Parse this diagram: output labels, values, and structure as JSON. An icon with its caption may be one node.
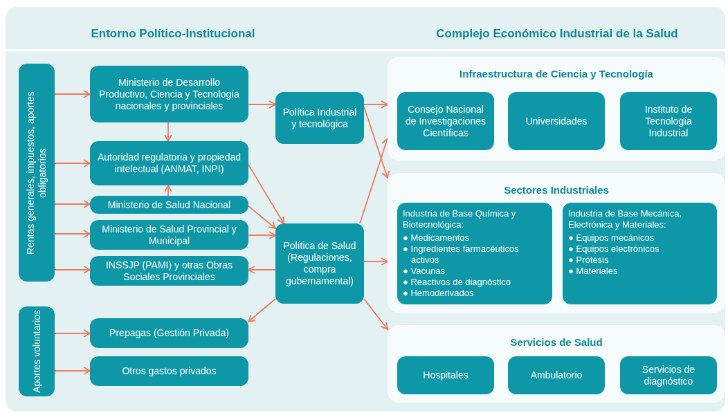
{
  "diagram": {
    "nodes": [
      {
        "text": [
          "Rentas generales, impuestos, aportes obligatorios"
        ]
      },
      {
        "text": [
          "Aportes voluntarios"
        ]
      },
      {
        "text": [
          "Ministerio de Desarrollo Productivo, Ciencia y Tecnología nacionales y provinciales"
        ]
      },
      {
        "text": [
          "Autoridad regulatoria y propiedad intelectual (ANMAT, INPI)"
        ]
      },
      {
        "text": [
          "Ministerio de Salud Nacional"
        ]
      },
      {
        "text": [
          "Ministerio de Salud Provincial y Municipal"
        ]
      },
      {
        "text": [
          "INSSJP (PAMI) y otras Obras Sociales Provinciales"
        ]
      },
      {
        "text": [
          "Prepagas (Gestión Privada)"
        ]
      },
      {
        "text": [
          "Otros gastos privados"
        ]
      },
      {
        "text": [
          "Política Industrial y tecnológica"
        ]
      },
      {
        "text": [
          "Política de Salud (Regulaciones, compra gubernamental)"
        ]
      },
      {
        "text": [
          "Infraestructura de Ciencia y Tecnología"
        ]
      },
      {
        "text": [
          "Consejo Nacional de Investigaciones Científicas"
        ],
        "in": 11
      },
      {
        "text": [
          "Universidades"
        ],
        "in": 11
      },
      {
        "text": [
          "Instituto de Tecnología Industrial"
        ],
        "in": 11
      },
      {
        "text": [
          "Sectores Industriales"
        ]
      },
      {
        "text": [
          "Industria de Base Química y Biotecnológica:",
          "● Medicamentos",
          "● Ingredientes farmacéuticos activos",
          "● Vacunas",
          "● Reactivos de diagnóstico",
          "● Hemoderivados"
        ],
        "in": 15
      },
      {
        "text": [
          "Industria de Base Mecánica, Electrónica y Materiales:",
          "● Equipos mecánicos",
          "● Equipos electrónicos",
          "● Prótesis",
          "● Materiales"
        ],
        "in": 15
      },
      {
        "text": [
          "Servicios de Salud"
        ]
      },
      {
        "text": [
          "Hospitales"
        ],
        "in": 18
      },
      {
        "text": [
          "Ambulatorio"
        ],
        "in": 18
      },
      {
        "text": [
          "Servicios de diagnóstico"
        ],
        "in": 18
      }
    ],
    "edges": [
      {
        "from": 0,
        "to": 2,
        "arrow": "to"
      },
      {
        "from": 0,
        "to": 3,
        "arrow": "to"
      },
      {
        "from": 0,
        "to": 4,
        "arrow": "to"
      },
      {
        "from": 0,
        "to": 5,
        "arrow": "to"
      },
      {
        "from": 0,
        "to": 6,
        "arrow": "to"
      },
      {
        "from": 1,
        "to": 7,
        "arrow": "to"
      },
      {
        "from": 1,
        "to": 8,
        "arrow": "to"
      },
      {
        "from": 2,
        "to": 3,
        "arrow": "to"
      },
      {
        "from": 4,
        "to": 3,
        "arrow": "to"
      },
      {
        "from": 2,
        "to": 9,
        "arrow": "to"
      },
      {
        "from": 3,
        "to": 10,
        "arrow": "to"
      },
      {
        "from": 4,
        "to": 10,
        "arrow": "to"
      },
      {
        "from": 5,
        "to": 10,
        "arrow": "to"
      },
      {
        "from": 10,
        "to": 6,
        "arrow": "to"
      },
      {
        "from": 10,
        "to": 7,
        "arrow": "to"
      },
      {
        "from": 9,
        "to": 11,
        "arrow": "to"
      },
      {
        "from": 9,
        "to": 15,
        "arrow": "to"
      },
      {
        "from": 10,
        "to": 11,
        "arrow": "to"
      },
      {
        "from": 10,
        "to": 15,
        "arrow": "to"
      },
      {
        "from": 10,
        "to": 18,
        "arrow": "to"
      }
    ],
    "labels": [
      "Entorno Político-Institucional",
      "Complejo Económico Industrial de la Salud"
    ]
  }
}
